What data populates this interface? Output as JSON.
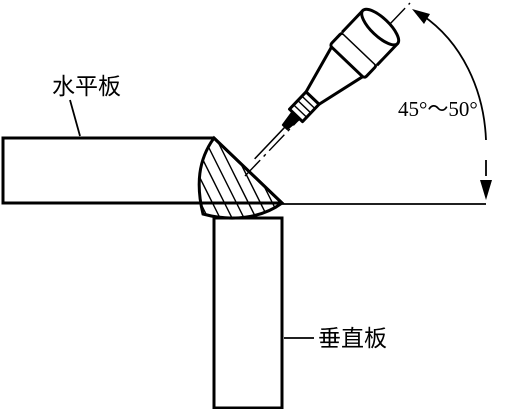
{
  "labels": {
    "horizontal_plate": "水平板",
    "vertical_plate": "垂直板",
    "angle": "45°～50°"
  },
  "colors": {
    "stroke": "#000000",
    "background": "#ffffff"
  }
}
